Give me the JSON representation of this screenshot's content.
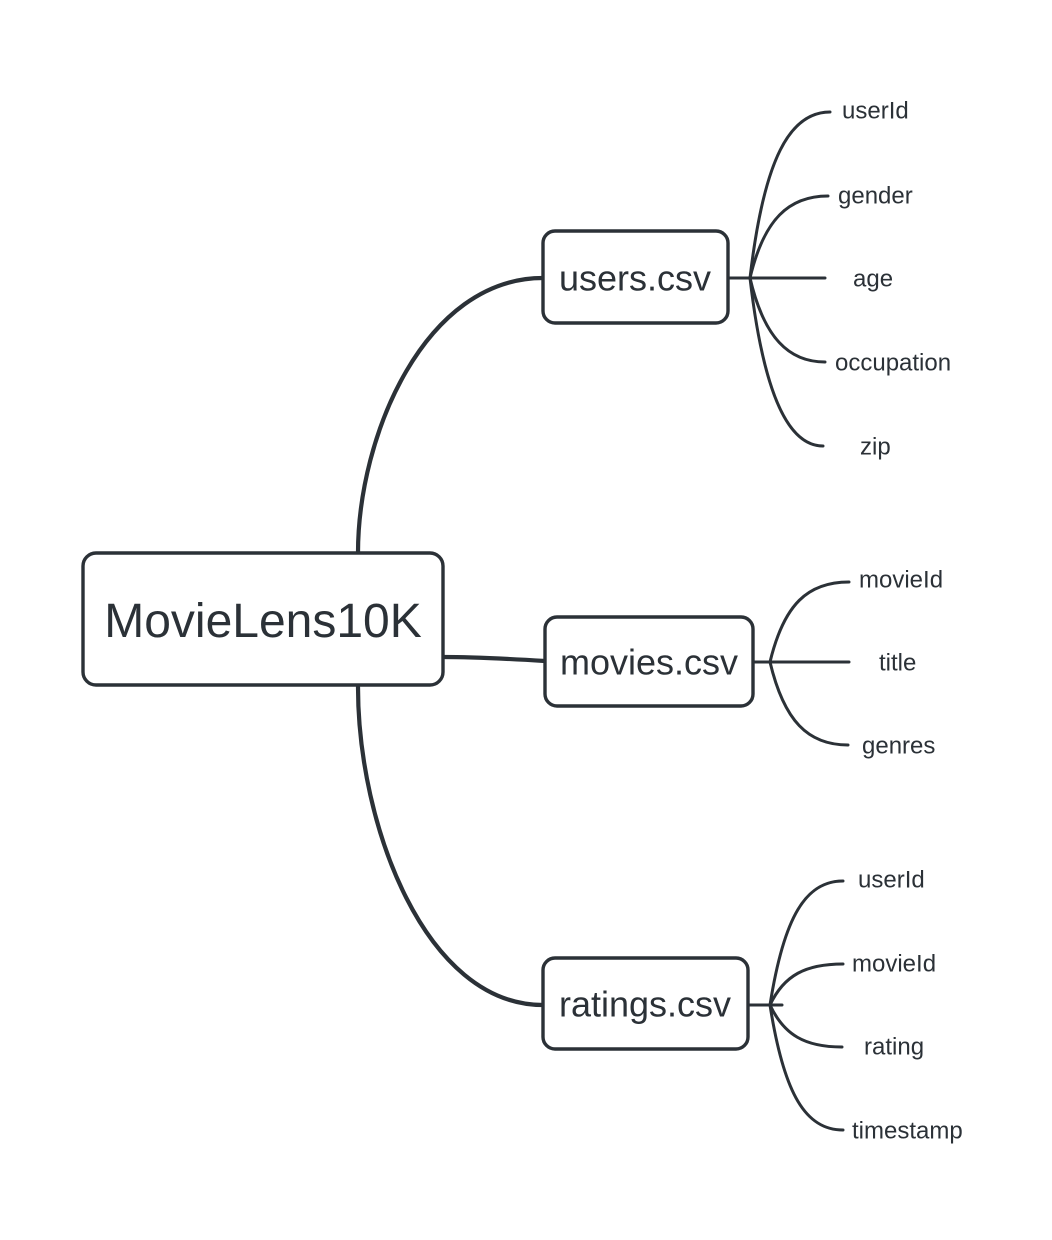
{
  "colors": {
    "background": "#ffffff",
    "stroke": "#2b3137",
    "text": "#2b3137",
    "node_fill": "#ffffff"
  },
  "mindmap": {
    "root": {
      "label": "MovieLens10K"
    },
    "children": [
      {
        "label": "users.csv",
        "fields": [
          "userId",
          "gender",
          "age",
          "occupation",
          "zip"
        ]
      },
      {
        "label": "movies.csv",
        "fields": [
          "movieId",
          "title",
          "genres"
        ]
      },
      {
        "label": "ratings.csv",
        "fields": [
          "userId",
          "movieId",
          "rating",
          "timestamp"
        ]
      }
    ]
  }
}
